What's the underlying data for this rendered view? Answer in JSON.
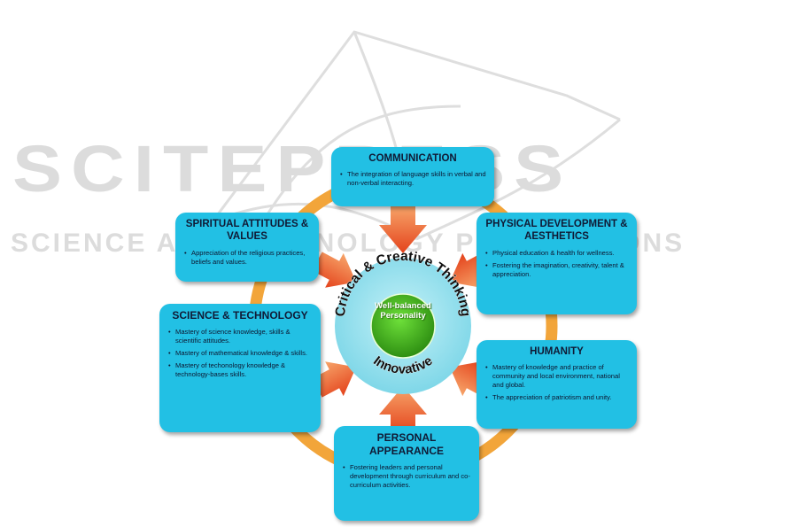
{
  "watermark": {
    "main": "SCITEPRESS",
    "sub": "SCIENCE AND TECHNOLOGY PUBLICATIONS"
  },
  "center": {
    "arc_top": "Critical & Creative Thinking",
    "arc_bottom": "Innovative",
    "core": "Well-balanced Personality"
  },
  "domains": {
    "communication": {
      "title": "COMMUNICATION",
      "points": [
        "The integration of language skills in verbal and non-verbal interacting."
      ]
    },
    "physical": {
      "title": "PHYSICAL DEVELOPMENT & AESTHETICS",
      "points": [
        "Physical education & health for wellness.",
        "Fostering the imagination, creativity, talent & appreciation."
      ]
    },
    "spiritual": {
      "title": "SPIRITUAL ATTITUDES & VALUES",
      "points": [
        "Appreciation of the religious practices, beliefs and values."
      ]
    },
    "science": {
      "title": "SCIENCE & TECHNOLOGY",
      "points": [
        "Mastery of science knowledge, skills & scientific attitudes.",
        "Mastery of mathematical knowledge & skills.",
        "Mastery of techonology knowledge & technology-bases skills."
      ]
    },
    "humanity": {
      "title": "HUMANITY",
      "points": [
        "Mastery of knowledge and practice of community and local environment, national and global.",
        "The appreciation of patriotism and unity."
      ]
    },
    "personal": {
      "title": "PERSONAL APPEARANCE",
      "points": [
        "Fostering leaders and personal development through curriculum and co-curriculum activities."
      ]
    }
  },
  "colors": {
    "box_fill": "#22c0e4",
    "ring": "#f2a53a",
    "arrow": "#ee5a2e",
    "core_green": "#3fb51f",
    "hub": "#9fe3ef",
    "watermark": "#dcdcdc"
  }
}
